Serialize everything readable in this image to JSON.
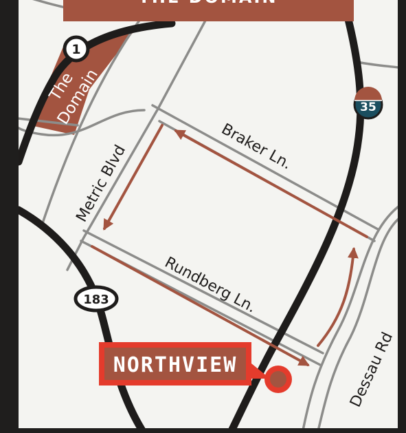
{
  "header": {
    "title": "THE DOMAIN"
  },
  "district": {
    "line1": "The",
    "line2": "Domain"
  },
  "roads": {
    "metric": "Metric Blvd",
    "braker": "Braker Ln.",
    "rundberg": "Rundberg Ln.",
    "dessau": "Dessau Rd"
  },
  "shields": {
    "us_183": "183",
    "loop_1": "1",
    "i_35": "35"
  },
  "callout": {
    "label": "NORTHVIEW"
  },
  "colors": {
    "frame": "#1f1e1d",
    "map_background": "#f4f4f1",
    "highway": "#1e1c1b",
    "minor_road": "#8c8c8a",
    "accent": "#a35440",
    "marker_red": "#e43b2c",
    "interstate_blue": "#1b4e5f"
  }
}
